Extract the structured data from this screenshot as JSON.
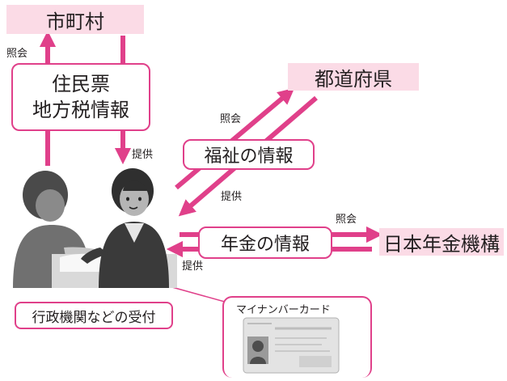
{
  "municipality": "市町村",
  "prefecture": "都道府県",
  "pension_org": "日本年金機構",
  "resident_info": [
    "住民票",
    "地方税情報"
  ],
  "welfare_info": "福祉の情報",
  "pension_info": "年金の情報",
  "reception": "行政機関などの受付",
  "card_label": "マイナンバーカード",
  "inquiry": "照会",
  "provide": "提供",
  "colors": {
    "accent": "#e0408a",
    "fill": "#fbdbe6"
  }
}
